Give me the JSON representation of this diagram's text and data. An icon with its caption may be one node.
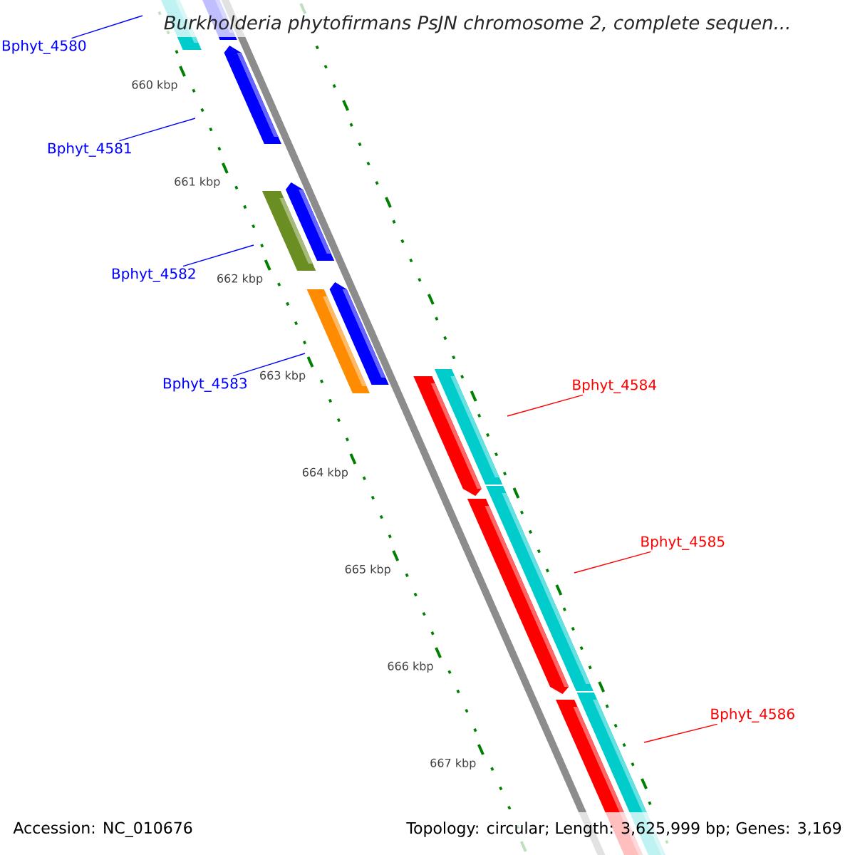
{
  "diagram": {
    "title": "Burkholderia phytofirmans PsJN chromosome 2, complete sequen...",
    "nodes": [
      {
        "text": [
          "Bphyt_4580"
        ]
      },
      {
        "text": [
          "Bphyt_4581"
        ]
      },
      {
        "text": [
          "Bphyt_4582"
        ]
      },
      {
        "text": [
          "Bphyt_4583"
        ]
      },
      {
        "text": [
          "Bphyt_4584"
        ]
      },
      {
        "text": [
          "Bphyt_4585"
        ]
      },
      {
        "text": [
          "Bphyt_4586"
        ]
      }
    ],
    "edges": [
      {
        "from": 0,
        "to": null,
        "arrow": "none"
      },
      {
        "from": 1,
        "to": null,
        "arrow": "none"
      },
      {
        "from": 2,
        "to": null,
        "arrow": "none"
      },
      {
        "from": 3,
        "to": null,
        "arrow": "none"
      },
      {
        "from": 4,
        "to": null,
        "arrow": "none",
        "color": "#ff0000"
      },
      {
        "from": 5,
        "to": null,
        "arrow": "none",
        "color": "#ff0000"
      },
      {
        "from": 6,
        "to": null,
        "arrow": "none",
        "color": "#ff0000"
      }
    ],
    "labels": [
      "660 kbp",
      "661 kbp",
      "662 kbp",
      "663 kbp",
      "664 kbp",
      "665 kbp",
      "666 kbp",
      "667 kbp",
      "Accession: NC_010676",
      "Topology: circular; Length: 3,625,999 bp; Genes: 3,169"
    ]
  }
}
